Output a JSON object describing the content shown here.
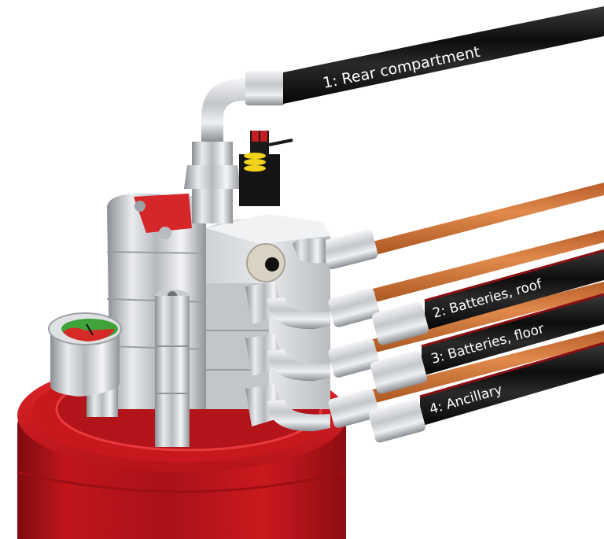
{
  "image": {
    "subject": "Fire suppression distribution valve block with hose outlets",
    "colors": {
      "background": "#ffffff",
      "cylinder_red": "#c0161b",
      "cylinder_red_dark": "#8e0d12",
      "cylinder_red_light": "#e4262b",
      "hose_black": "#111111",
      "hose_stripe_red": "#8a0f14",
      "cable_orange": "#d97a3f",
      "metal_light": "#eef0f2",
      "metal_mid": "#b9bcc0",
      "metal_dark": "#7c8085",
      "gauge_green": "#3fa33a",
      "gauge_red": "#d52a25",
      "connector_yellow": "#f2d21b"
    }
  },
  "hoses": [
    {
      "id": 1,
      "label": "1: Rear compartment"
    },
    {
      "id": 2,
      "label": "2: Batteries, roof"
    },
    {
      "id": 3,
      "label": "3: Batteries, floor"
    },
    {
      "id": 4,
      "label": "4: Ancillary"
    }
  ],
  "components": {
    "pressure_gauge": "pressure-gauge",
    "valve_block": "valve-block",
    "electrical_connector": "electrical-connector",
    "cylinder": "extinguishant-cylinder"
  }
}
